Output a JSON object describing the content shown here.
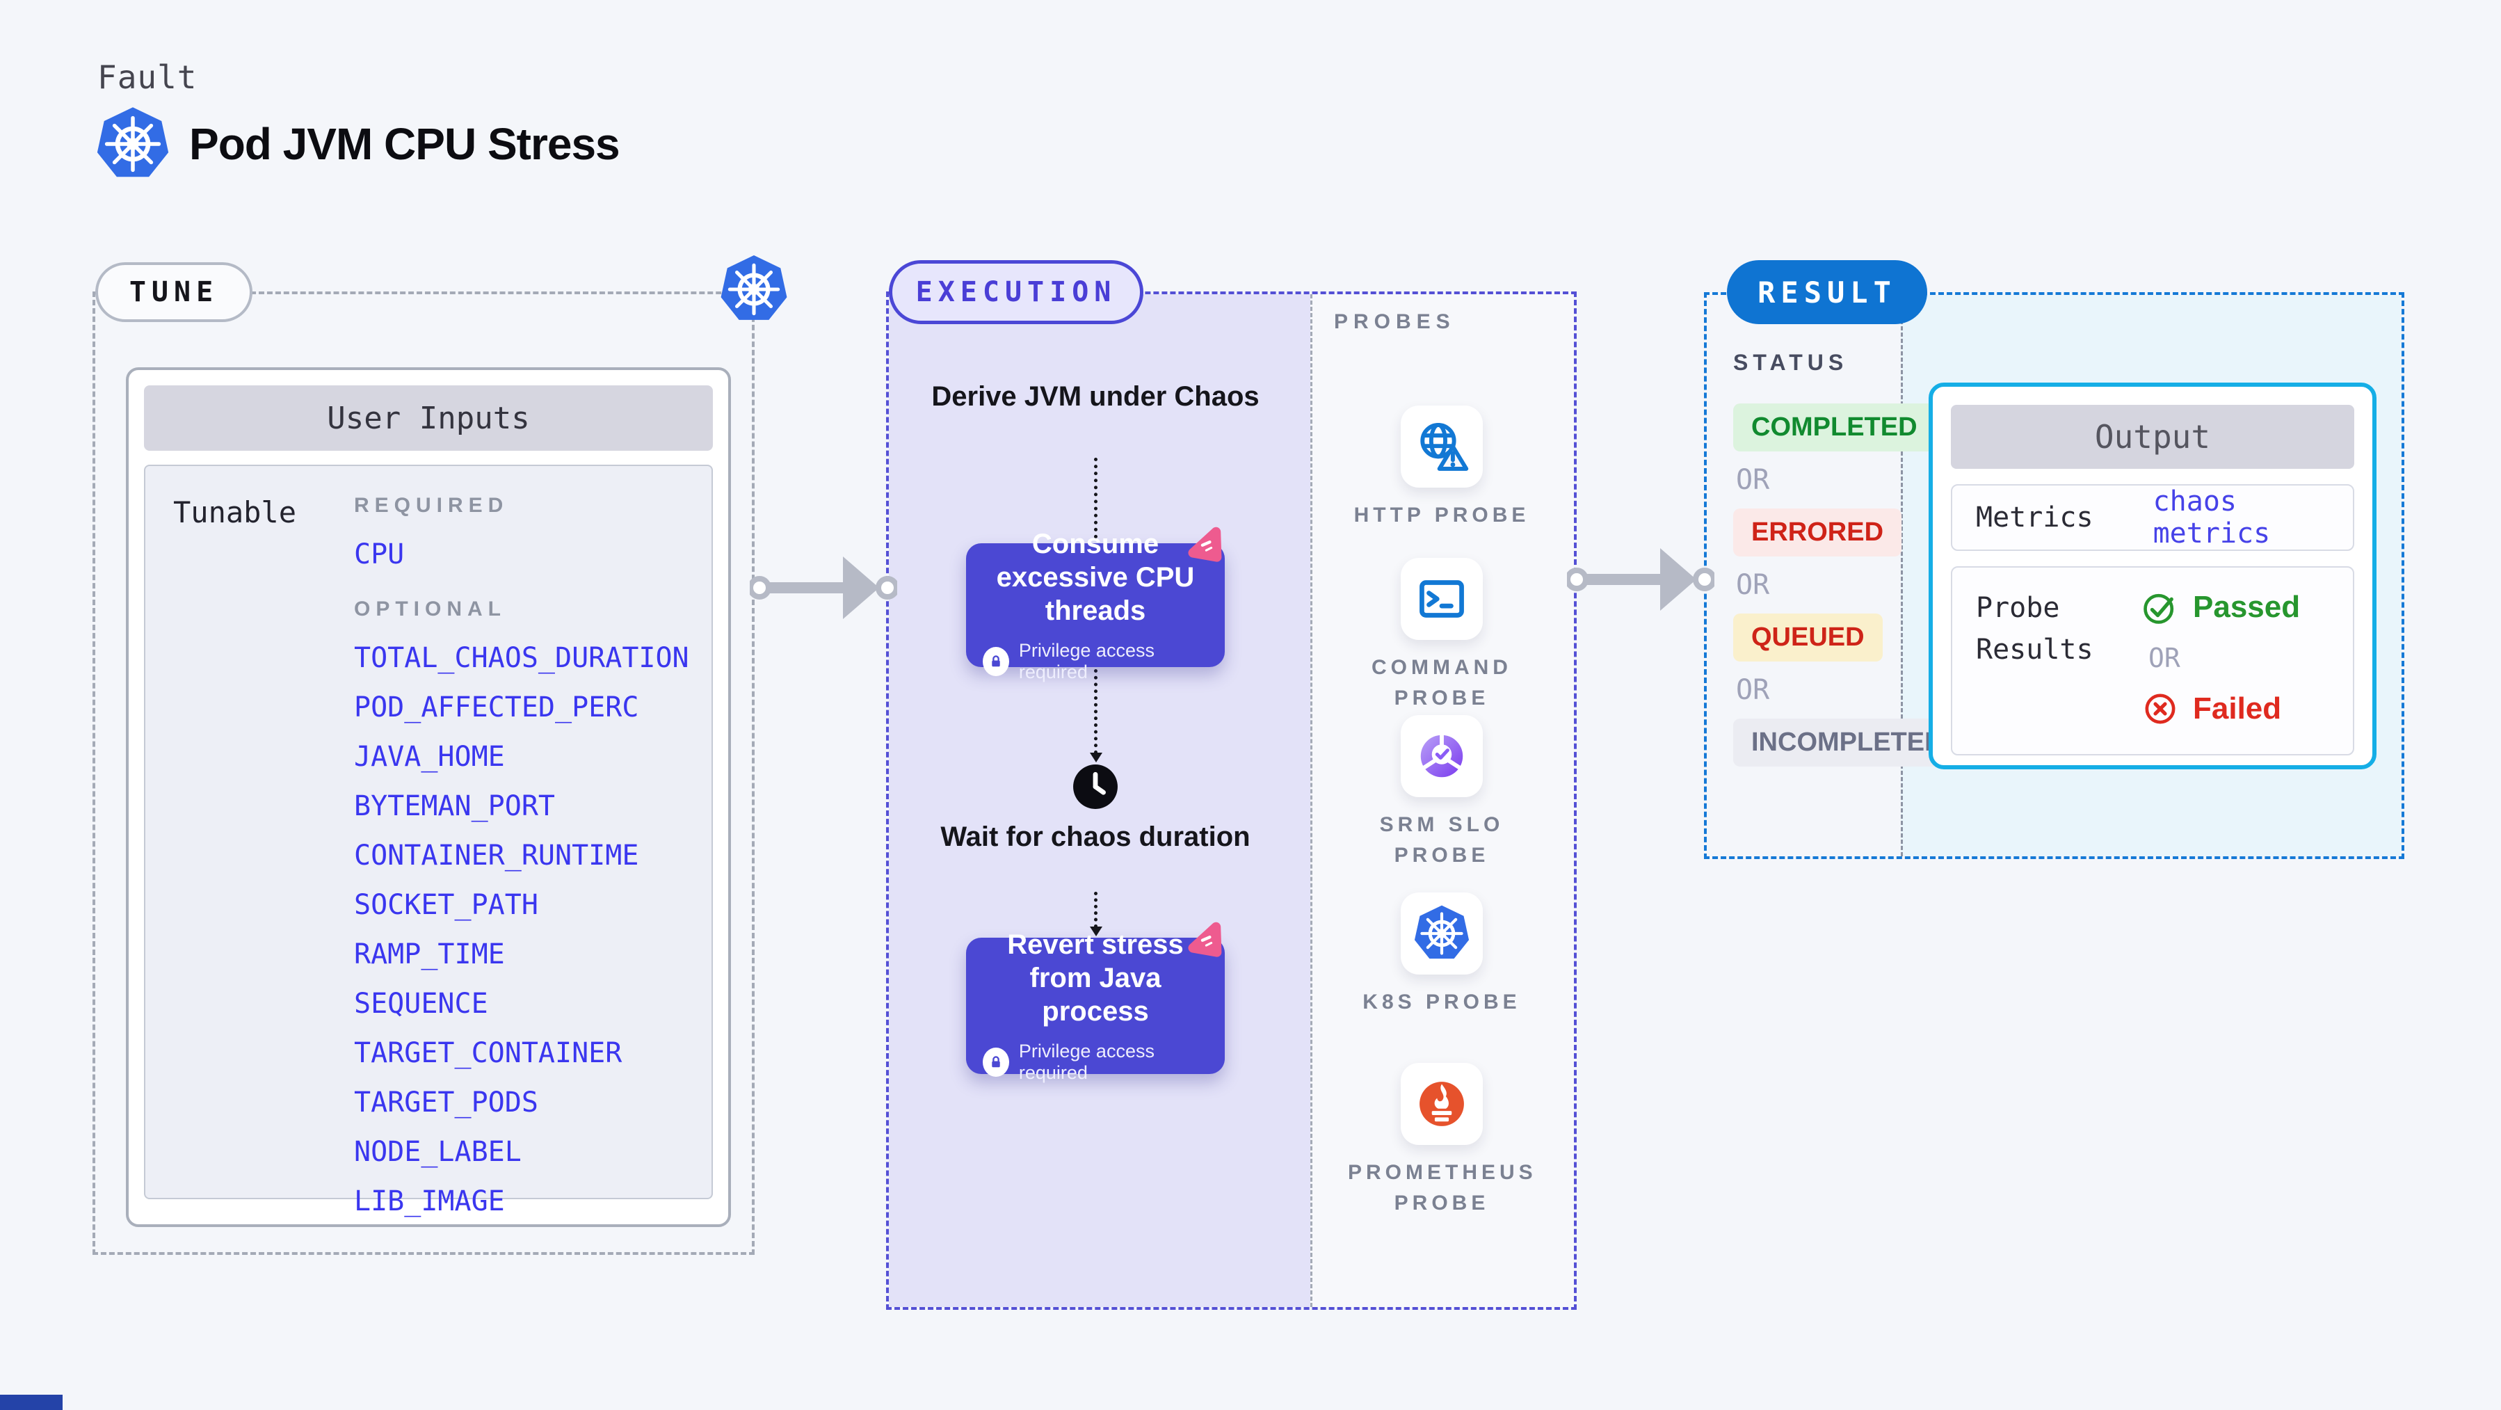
{
  "page": {
    "background": "#f4f6fa",
    "bottom_strip_color": "#2443a8"
  },
  "header": {
    "eyebrow": "Fault",
    "title": "Pod JVM CPU Stress",
    "icon": "kubernetes-icon",
    "kubernetes_blue": "#326ce5"
  },
  "tune": {
    "label": "TUNE",
    "card_title": "User Inputs",
    "row_label": "Tunable",
    "item_color": "#3a36ef",
    "groups": [
      {
        "heading": "REQUIRED",
        "items": [
          "CPU"
        ]
      },
      {
        "heading": "OPTIONAL",
        "items": [
          "TOTAL_CHAOS_DURATION",
          "POD_AFFECTED_PERC",
          "JAVA_HOME",
          "BYTEMAN_PORT",
          "CONTAINER_RUNTIME",
          "SOCKET_PATH",
          "RAMP_TIME",
          "SEQUENCE",
          "TARGET_CONTAINER",
          "TARGET_PODS",
          "NODE_LABEL",
          "LIB_IMAGE"
        ]
      }
    ]
  },
  "execution": {
    "label": "EXECUTION",
    "accent": "#4b48d3",
    "fill": "#e3e2f8",
    "steps": {
      "derive": "Derive JVM under Chaos",
      "consume": {
        "title": "Consume excessive CPU threads",
        "note": "Privilege access required",
        "icon": "lock-icon",
        "badge": "chaos-badge-icon"
      },
      "wait": {
        "text": "Wait for chaos duration",
        "icon": "clock-icon"
      },
      "revert": {
        "title": "Revert stress from Java process",
        "note": "Privilege access required",
        "icon": "lock-icon",
        "badge": "chaos-badge-icon"
      }
    }
  },
  "probes": {
    "label": "PROBES",
    "items": [
      {
        "name": "HTTP PROBE",
        "icon": "globe-alert-icon"
      },
      {
        "name": "COMMAND PROBE",
        "icon": "terminal-icon"
      },
      {
        "name": "SRM SLO PROBE",
        "icon": "slo-donut-icon"
      },
      {
        "name": "K8S PROBE",
        "icon": "kubernetes-icon"
      },
      {
        "name": "PROMETHEUS PROBE",
        "icon": "prometheus-icon"
      }
    ]
  },
  "result": {
    "label": "RESULT",
    "pill_color": "#0f74d2",
    "status_label": "STATUS",
    "or_label": "OR",
    "statuses": [
      {
        "text": "COMPLETED",
        "fg": "#118a2f",
        "bg": "#dcf3de"
      },
      {
        "text": "ERRORED",
        "fg": "#cf2318",
        "bg": "#fbe9e8"
      },
      {
        "text": "QUEUED",
        "fg": "#ce2418",
        "bg": "#faf0cc"
      },
      {
        "text": "INCOMPLETED",
        "fg": "#6b7087",
        "bg": "#ebecf2"
      }
    ],
    "output": {
      "title": "Output",
      "metrics_label": "Metrics",
      "metrics_value": "chaos metrics",
      "probe_results_label": "Probe Results",
      "passed": "Passed",
      "failed": "Failed",
      "passed_icon": "check-circle-icon",
      "failed_icon": "x-circle-icon",
      "card_border": "#15aee6"
    }
  }
}
